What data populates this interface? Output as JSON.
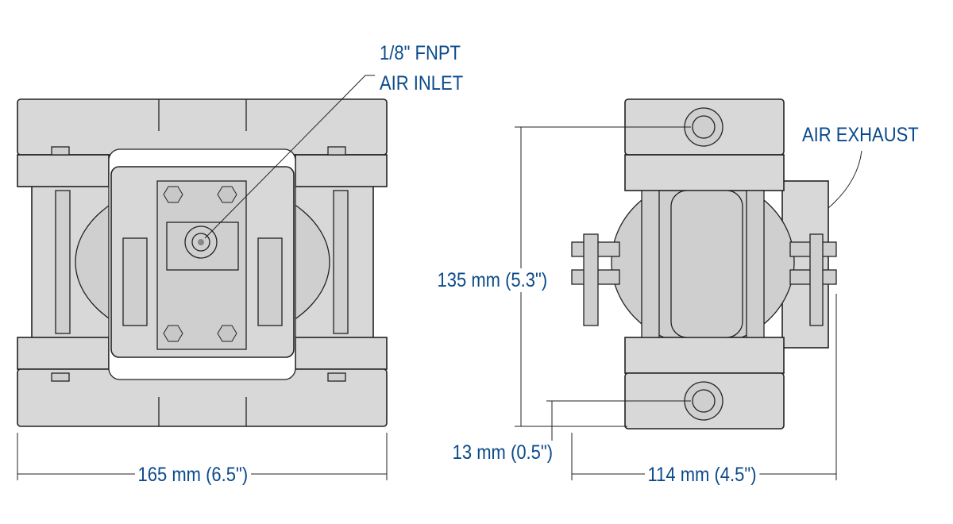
{
  "labels": {
    "inlet_line1": "1/8\" FNPT",
    "inlet_line2": "AIR INLET",
    "air_exhaust": "AIR EXHAUST",
    "width_front": "165 mm (6.5\")",
    "height_side": "135 mm (5.3\")",
    "port_offset": "13 mm (0.5\")",
    "width_side": "114 mm (4.5\")"
  },
  "colors": {
    "label": "#0b4a8b",
    "body": "#d8d8d8"
  }
}
